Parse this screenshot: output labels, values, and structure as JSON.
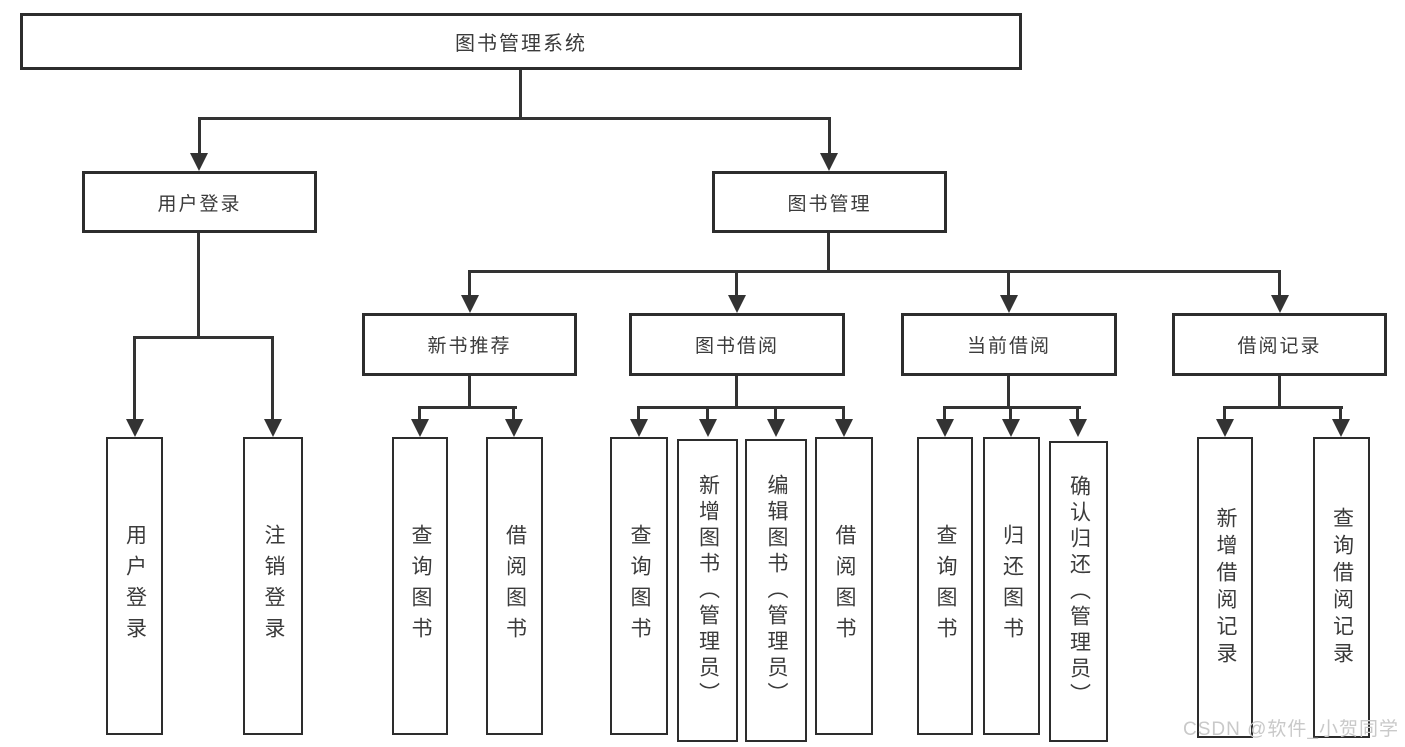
{
  "nodes": {
    "root": {
      "label": "图书管理系统"
    },
    "user_login": {
      "label": "用户登录"
    },
    "book_mgmt": {
      "label": "图书管理"
    },
    "new_book": {
      "label": "新书推荐"
    },
    "book_borrow": {
      "label": "图书借阅"
    },
    "current_borrow": {
      "label": "当前借阅"
    },
    "borrow_record": {
      "label": "借阅记录"
    },
    "leaves": {
      "user_login_1": {
        "label": "用户登录"
      },
      "user_login_2": {
        "label": "注销登录"
      },
      "new_book_1": {
        "label": "查询图书"
      },
      "new_book_2": {
        "label": "借阅图书"
      },
      "book_borrow_1": {
        "label": "查询图书"
      },
      "book_borrow_2": {
        "label": "新增图书（管理员）"
      },
      "book_borrow_3": {
        "label": "编辑图书（管理员）"
      },
      "book_borrow_4": {
        "label": "借阅图书"
      },
      "current_borrow_1": {
        "label": "查询图书"
      },
      "current_borrow_2": {
        "label": "归还图书"
      },
      "current_borrow_3": {
        "label": "确认归还（管理员）"
      },
      "borrow_record_1": {
        "label": "新增借阅记录"
      },
      "borrow_record_2": {
        "label": "查询借阅记录"
      }
    }
  },
  "watermark": {
    "text": "CSDN @软件_小贺同学",
    "color": "#c9c9c9"
  },
  "colors": {
    "line": "#333333",
    "border": "#2d2d2d",
    "text": "#3b3b3b",
    "background": "#ffffff"
  }
}
